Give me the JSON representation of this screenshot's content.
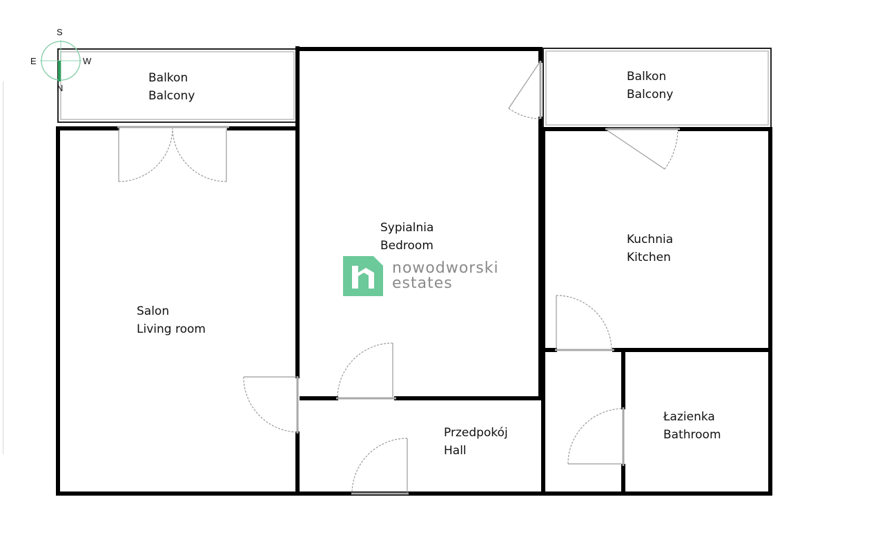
{
  "floorplan": {
    "compass": {
      "top": "S",
      "left": "E",
      "right": "W",
      "bottom": "N",
      "ring_color": "#8fd1b0",
      "needle_color": "#2e9e5e"
    },
    "rooms": [
      {
        "id": "balcony-left",
        "name_pl": "Balkon",
        "name_en": "Balcony"
      },
      {
        "id": "living-room",
        "name_pl": "Salon",
        "name_en": "Living room"
      },
      {
        "id": "bedroom",
        "name_pl": "Sypialnia",
        "name_en": "Bedroom"
      },
      {
        "id": "balcony-right",
        "name_pl": "Balkon",
        "name_en": "Balcony"
      },
      {
        "id": "kitchen",
        "name_pl": "Kuchnia",
        "name_en": "Kitchen"
      },
      {
        "id": "hall",
        "name_pl": "Przedpokój",
        "name_en": "Hall"
      },
      {
        "id": "bathroom",
        "name_pl": "Łazienka",
        "name_en": "Bathroom"
      }
    ],
    "logo": {
      "line1": "nowodworski",
      "line2": "estates",
      "brand_color": "#6cc99a",
      "text_color": "#8a8a8a"
    },
    "colors": {
      "wall": "#000000",
      "window": "#a8a8a8",
      "door_arc": "#9a9a9a"
    }
  }
}
